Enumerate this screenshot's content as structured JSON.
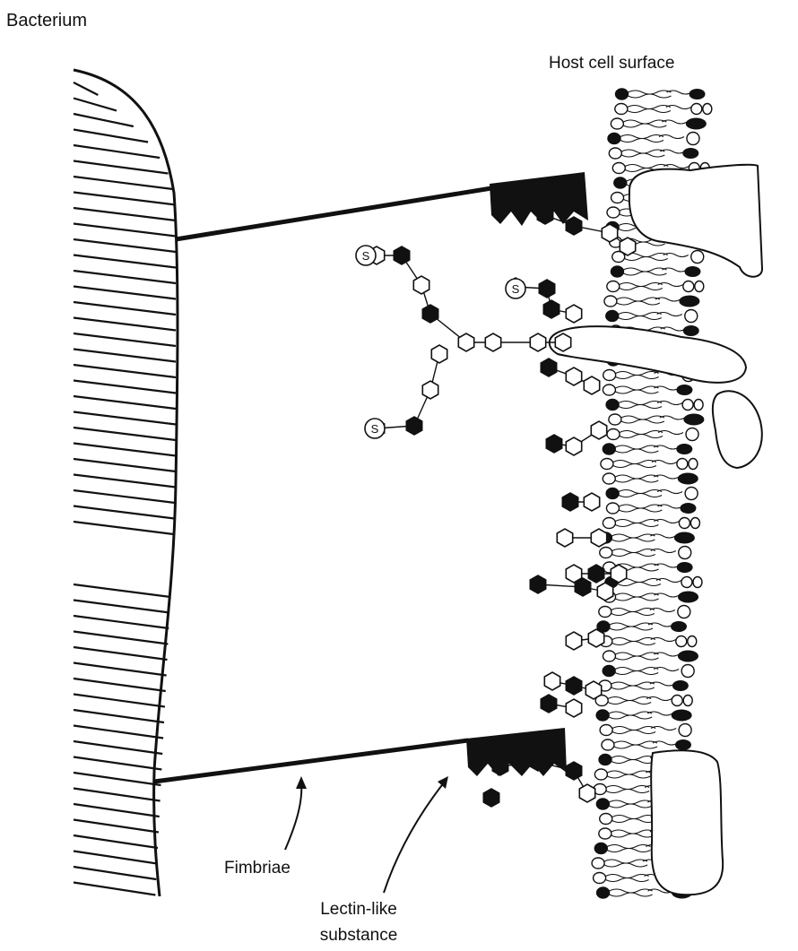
{
  "labels": {
    "bacterium": "Bacterium",
    "host_cell_surface": "Host cell surface",
    "fimbriae": "Fimbriae",
    "lectin_line1": "Lectin-like",
    "lectin_line2": "substance"
  },
  "sugar_label": "S",
  "colors": {
    "ink": "#111111",
    "background": "#ffffff"
  }
}
